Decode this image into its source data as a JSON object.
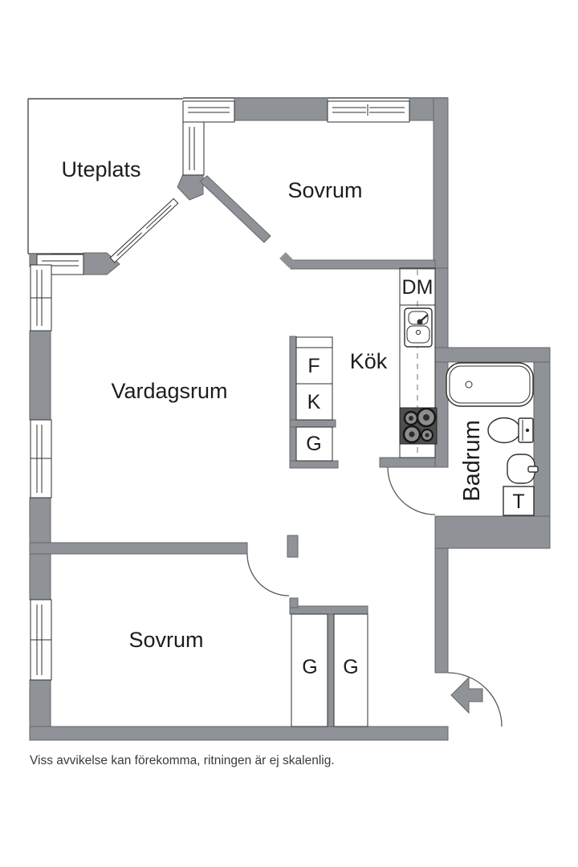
{
  "plan": {
    "rooms": {
      "uteplats": "Uteplats",
      "sovrum_top": "Sovrum",
      "vardagsrum": "Vardagsrum",
      "kok": "Kök",
      "badrum": "Badrum",
      "sovrum_bottom": "Sovrum"
    },
    "fixtures": {
      "dishwasher": "DM",
      "freezer": "F",
      "fridge": "K",
      "wardrobe_kitchen": "G",
      "dryer": "T",
      "wardrobe_1": "G",
      "wardrobe_2": "G"
    },
    "disclaimer": "Viss avvikelse kan förekomma, ritningen är ej skalenlig.",
    "colors": {
      "wall": "#8f9398",
      "wall_edge": "#63676c",
      "line": "#2f2f2f",
      "stove": "#4e4e4e",
      "background": "#ffffff"
    }
  }
}
